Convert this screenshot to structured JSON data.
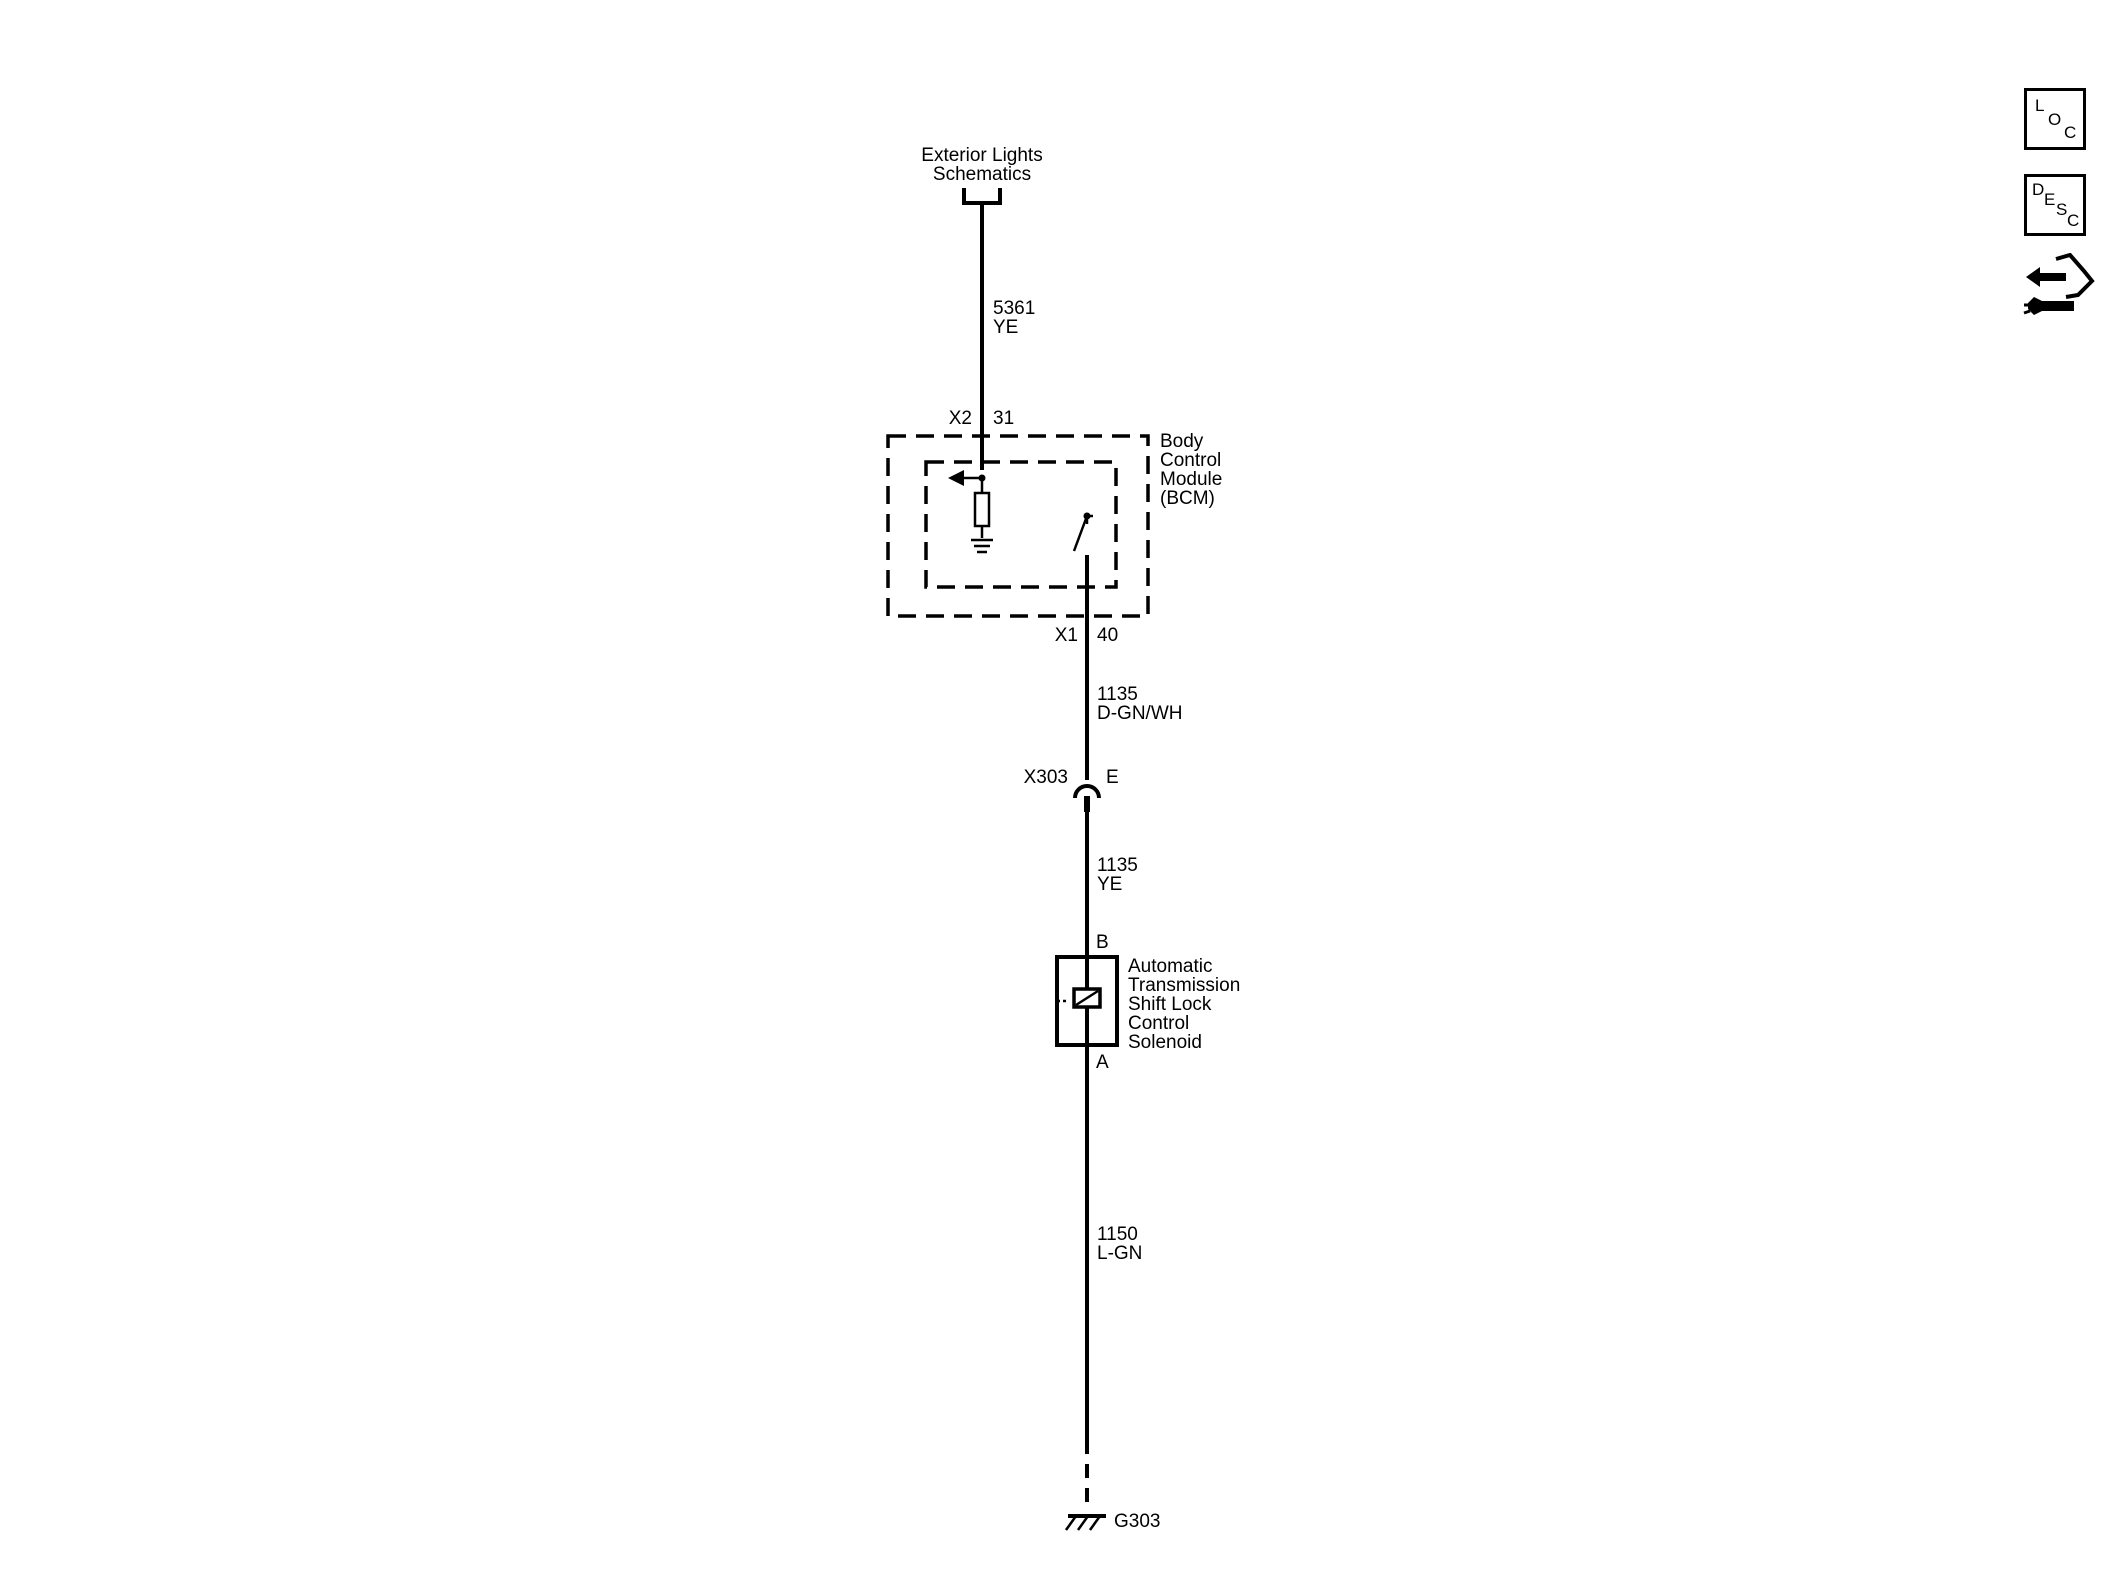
{
  "external_ref": "Exterior Lights\nSchematics",
  "wire_5361": {
    "circuit": "5361",
    "color": "YE"
  },
  "bcm": {
    "name": "Body\nControl\nModule\n(BCM)",
    "connector_top": "X2",
    "pin_top": "31",
    "connector_bottom": "X1",
    "pin_bottom": "40"
  },
  "wire_1135_upper": {
    "circuit": "1135",
    "color": "D-GN/WH"
  },
  "inline_connector": {
    "name": "X303",
    "pin": "E"
  },
  "wire_1135_lower": {
    "circuit": "1135",
    "color": "YE"
  },
  "solenoid": {
    "name": "Automatic\nTransmission\nShift Lock\nControl\nSolenoid",
    "pin_top": "B",
    "pin_bottom": "A"
  },
  "wire_1150": {
    "circuit": "1150",
    "color": "L-GN"
  },
  "ground": {
    "name": "G303"
  },
  "nav": {
    "loc": [
      "L",
      "O",
      "C"
    ],
    "desc": [
      "D",
      "E",
      "S",
      "C"
    ]
  }
}
